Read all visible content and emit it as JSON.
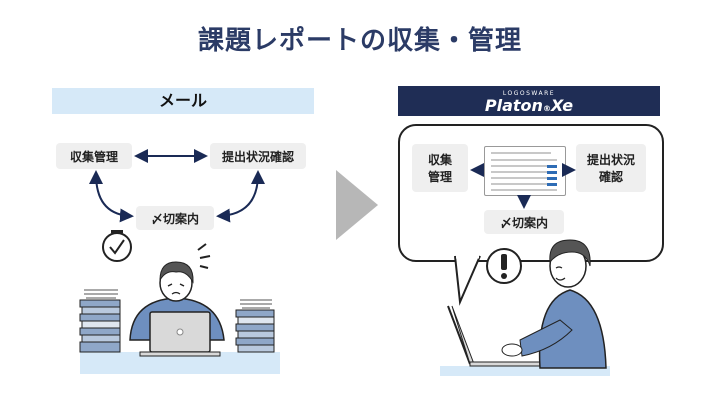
{
  "title": "課題レポートの収集・管理",
  "left": {
    "header": "メール",
    "collect": "収集管理",
    "status": "提出状況確認",
    "deadline": "〆切案内"
  },
  "right": {
    "logo_small": "LOGOSWARE",
    "logo_main": "Platon",
    "logo_mark": "®",
    "logo_suffix": "Xe",
    "collect_line1": "収集",
    "collect_line2": "管理",
    "status_line1": "提出状況",
    "status_line2": "確認",
    "deadline": "〆切案内"
  },
  "colors": {
    "title": "#2b3b66",
    "mail_band": "#d6e9f8",
    "logo_band": "#1f2d55",
    "chevron": "#b7b7b7"
  }
}
